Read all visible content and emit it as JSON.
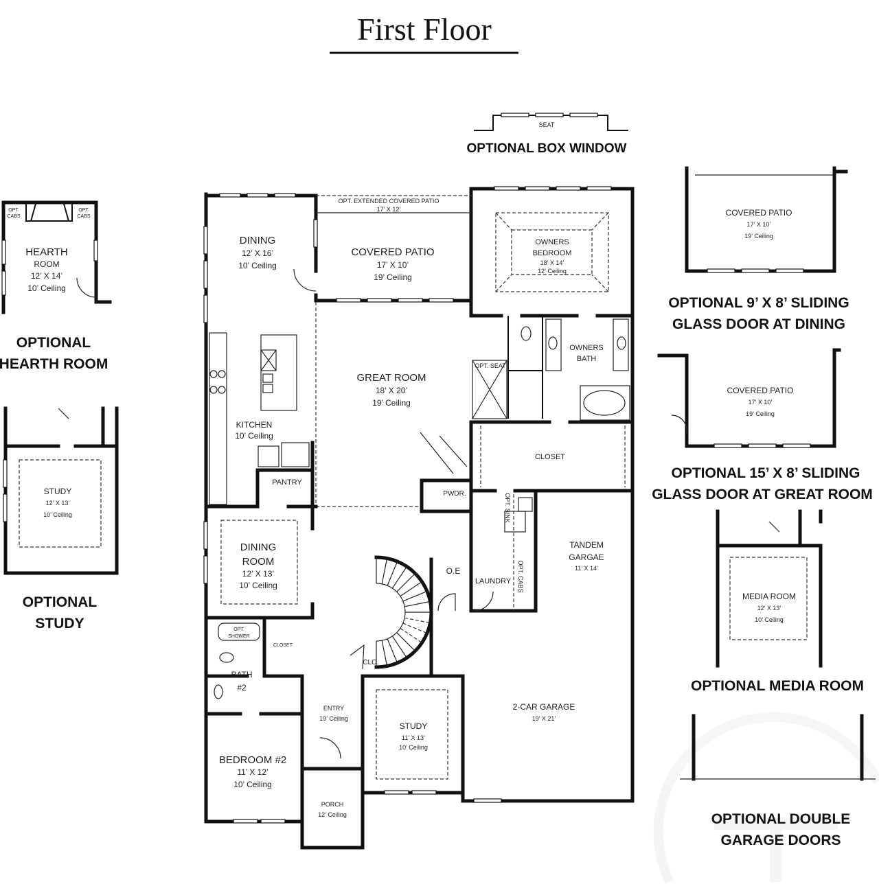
{
  "title": "First Floor",
  "rooms": {
    "dining": {
      "name": "DINING",
      "size": "12’ X 16’",
      "ceiling": "10’ Ceiling"
    },
    "covered_patio": {
      "name": "COVERED PATIO",
      "size": "17’ X 10’",
      "ceiling": "19’ Ceiling"
    },
    "opt_extended_patio": {
      "name": "OPT. EXTENDED COVERED PATIO",
      "size": "17’ X 12’"
    },
    "owners_bedroom": {
      "name1": "OWNERS",
      "name2": "BEDROOM",
      "size": "18’ X 14’",
      "ceiling": "12’ Ceiling"
    },
    "owners_bath": {
      "name1": "OWNERS",
      "name2": "BATH"
    },
    "opt_seat": {
      "name": "OPT. SEAT"
    },
    "great_room": {
      "name": "GREAT ROOM",
      "size": "18’ X 20’",
      "ceiling": "19’ Ceiling"
    },
    "kitchen": {
      "name": "KITCHEN",
      "ceiling": "10’ Ceiling"
    },
    "pantry": {
      "name": "PANTRY"
    },
    "owners_closet": {
      "name": "CLOSET"
    },
    "powder": {
      "name": "PWDR."
    },
    "opt_sink": {
      "name": "OPT. SINK"
    },
    "tandem_garage": {
      "name1": "TANDEM",
      "name2": "GARGAE",
      "size": "11’ X 14’"
    },
    "dining_room": {
      "name1": "DINING",
      "name2": "ROOM",
      "size": "12’ X 13’",
      "ceiling": "10’ Ceiling"
    },
    "oe": {
      "name": "O.E"
    },
    "laundry": {
      "name": "LAUNDRY"
    },
    "opt_cabs": {
      "name": "OPT. CABS"
    },
    "opt_shower": {
      "name1": "OPT.",
      "name2": "SHOWER"
    },
    "bath_closet": {
      "name": "CLOSET"
    },
    "bath2": {
      "name1": "BATH",
      "name2": "#2"
    },
    "clo": {
      "name": "CLO."
    },
    "garage": {
      "name": "2-CAR GARAGE",
      "size": "19’ X 21’"
    },
    "entry": {
      "name": "ENTRY",
      "ceiling": "19’ Ceiling"
    },
    "study": {
      "name": "STUDY",
      "size": "11’ X 13’",
      "ceiling": "10’ Ceiling"
    },
    "bedroom2": {
      "name": "BEDROOM #2",
      "size": "11’ X 12’",
      "ceiling": "10’ Ceiling"
    },
    "porch": {
      "name": "PORCH",
      "ceiling": "12’ Ceiling"
    }
  },
  "options": {
    "box_window": {
      "seat": "SEAT",
      "caption": "OPTIONAL BOX WINDOW"
    },
    "hearth_room": {
      "name1": "HEARTH",
      "name2": "ROOM",
      "size": "12’ X 14’",
      "ceiling": "10’ Ceiling",
      "cabs1": "OPT.",
      "cabs2": "CABS",
      "caption1": "OPTIONAL",
      "caption2": "HEARTH ROOM"
    },
    "study": {
      "name": "STUDY",
      "size": "12’ X 13’",
      "ceiling": "10’ Ceiling",
      "caption1": "OPTIONAL",
      "caption2": "STUDY"
    },
    "sliding_dining": {
      "name": "COVERED PATIO",
      "size": "17’ X 10’",
      "ceiling": "19’ Ceiling",
      "caption1": "OPTIONAL 9’ X 8’ SLIDING",
      "caption2": "GLASS DOOR AT DINING"
    },
    "sliding_great": {
      "name": "COVERED PATIO",
      "size": "17’ X 10’",
      "ceiling": "19’ Ceiling",
      "caption1": "OPTIONAL 15’ X 8’ SLIDING",
      "caption2": "GLASS DOOR AT GREAT ROOM"
    },
    "media_room": {
      "name": "MEDIA ROOM",
      "size": "12’ X 13’",
      "ceiling": "10’ Ceiling",
      "caption": "OPTIONAL MEDIA ROOM"
    },
    "garage_doors": {
      "caption1": "OPTIONAL DOUBLE",
      "caption2": "GARAGE DOORS"
    }
  }
}
